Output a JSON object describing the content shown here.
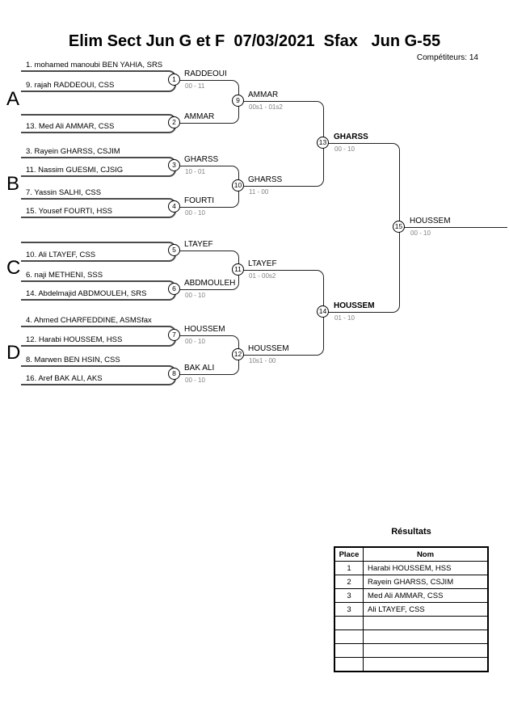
{
  "header": {
    "title": "Elim Sect Jun G et F  07/03/2021  Sfax   Jun G-55",
    "competitors": "Compétiteurs: 14"
  },
  "sections": [
    "A",
    "B",
    "C",
    "D"
  ],
  "entrants": [
    "1. mohamed manoubi BEN YAHIA, SRS",
    "9. rajah RADDEOUI, CSS",
    "",
    "13. Med Ali AMMAR, CSS",
    "3. Rayein GHARSS, CSJIM",
    "11. Nassim GUESMI, CJSIG",
    "7. Yassin SALHI, CSS",
    "15. Yousef FOURTI, HSS",
    "",
    "10. Ali LTAYEF, CSS",
    "6. naji METHENI, SSS",
    "14. Abdelmajid ABDMOULEH, SRS",
    "4. Ahmed CHARFEDDINE, ASMSfax",
    "12. Harabi HOUSSEM, HSS",
    "8. Marwen BEN HSIN, CSS",
    "16. Aref BAK ALI, AKS"
  ],
  "matches": [
    {
      "num": "1",
      "winner": "RADDEOUI",
      "score": "00 - 11"
    },
    {
      "num": "2",
      "winner": "AMMAR",
      "score": ""
    },
    {
      "num": "3",
      "winner": "GHARSS",
      "score": "10 - 01"
    },
    {
      "num": "4",
      "winner": "FOURTI",
      "score": "00 - 10"
    },
    {
      "num": "5",
      "winner": "LTAYEF",
      "score": ""
    },
    {
      "num": "6",
      "winner": "ABDMOULEH",
      "score": "00 - 10"
    },
    {
      "num": "7",
      "winner": "HOUSSEM",
      "score": "00 - 10"
    },
    {
      "num": "8",
      "winner": "BAK ALI",
      "score": "00 - 10"
    },
    {
      "num": "9",
      "winner": "AMMAR",
      "score": "00s1 - 01s2"
    },
    {
      "num": "10",
      "winner": "GHARSS",
      "score": "11 - 00"
    },
    {
      "num": "11",
      "winner": "LTAYEF",
      "score": "01 - 00s2"
    },
    {
      "num": "12",
      "winner": "HOUSSEM",
      "score": "10s1 - 00"
    },
    {
      "num": "13",
      "winner": "GHARSS",
      "score": "00 - 10"
    },
    {
      "num": "14",
      "winner": "HOUSSEM",
      "score": "01 - 10"
    },
    {
      "num": "15",
      "winner": "HOUSSEM",
      "score": "00 - 10"
    }
  ],
  "results": {
    "title": "Résultats",
    "headers": [
      "Place",
      "Nom"
    ],
    "rows": [
      [
        "1",
        "Harabi HOUSSEM, HSS"
      ],
      [
        "2",
        "Rayein GHARSS, CSJIM"
      ],
      [
        "3",
        "Med Ali AMMAR, CSS"
      ],
      [
        "3",
        "Ali LTAYEF, CSS"
      ],
      [
        "",
        ""
      ],
      [
        "",
        ""
      ],
      [
        "",
        ""
      ],
      [
        "",
        ""
      ]
    ]
  }
}
